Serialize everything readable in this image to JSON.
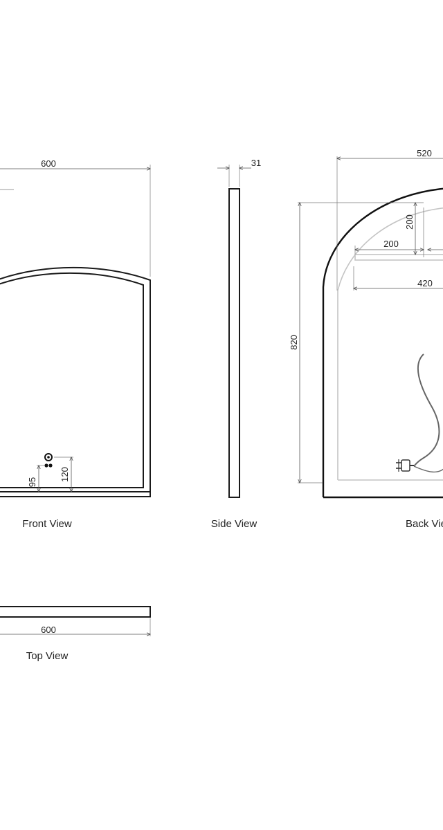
{
  "views": {
    "front": {
      "caption": "Front View",
      "width_label": "600",
      "sensor_offset_label": "95",
      "sensor_height_label": "120"
    },
    "side": {
      "caption": "Side View",
      "depth_label": "31"
    },
    "back": {
      "caption": "Back View",
      "width_label": "520",
      "height_label": "820",
      "bracket_drop_label": "200",
      "bracket_half_label": "200",
      "bracket_span_label": "420"
    },
    "top": {
      "caption": "Top View",
      "width_label": "600"
    }
  },
  "colors": {
    "line": "#1a1a1a",
    "dimension": "#555555",
    "hidden_outline": "#c4c4c4",
    "background": "#ffffff"
  },
  "icons": {
    "sensor": "touch-sensor-icon",
    "plug": "power-plug-icon"
  }
}
